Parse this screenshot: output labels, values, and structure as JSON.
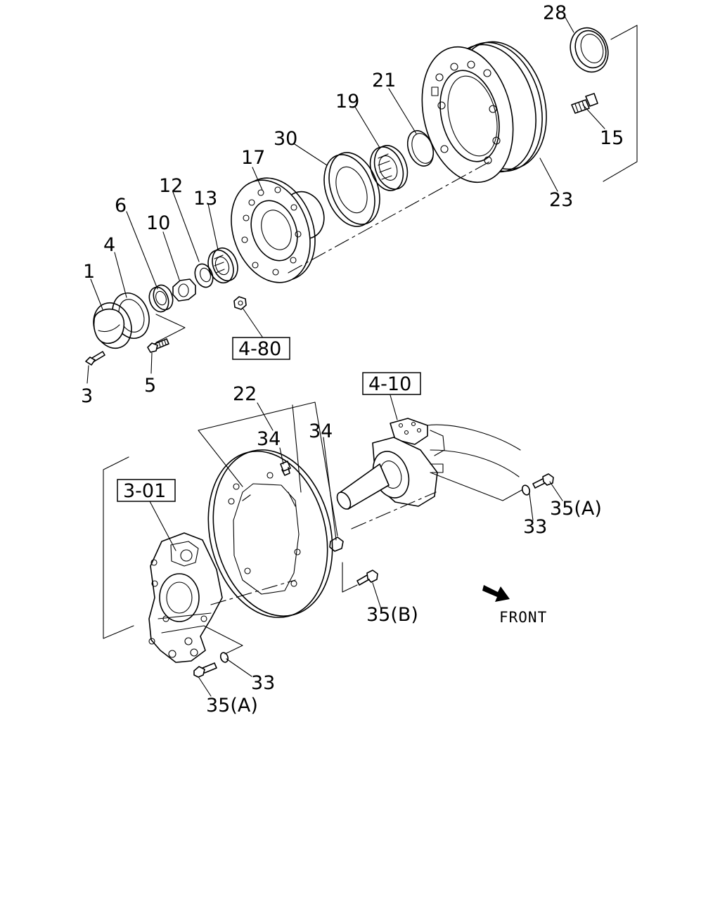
{
  "callouts": {
    "p1": "1",
    "p3": "3",
    "p4": "4",
    "p5": "5",
    "p6": "6",
    "p10": "10",
    "p12": "12",
    "p13": "13",
    "p15": "15",
    "p17": "17",
    "p19": "19",
    "p21": "21",
    "p22": "22",
    "p23": "23",
    "p28": "28",
    "p30": "30",
    "p33a": "33",
    "p33b": "33",
    "p34a": "34",
    "p34b": "34",
    "p35a1": "35(A)",
    "p35a2": "35(A)",
    "p35b": "35(B)"
  },
  "references": {
    "r480": "4-80",
    "r410": "4-10",
    "r301": "3-01"
  },
  "direction": {
    "label": "FRONT",
    "icon": "arrow-icon"
  }
}
